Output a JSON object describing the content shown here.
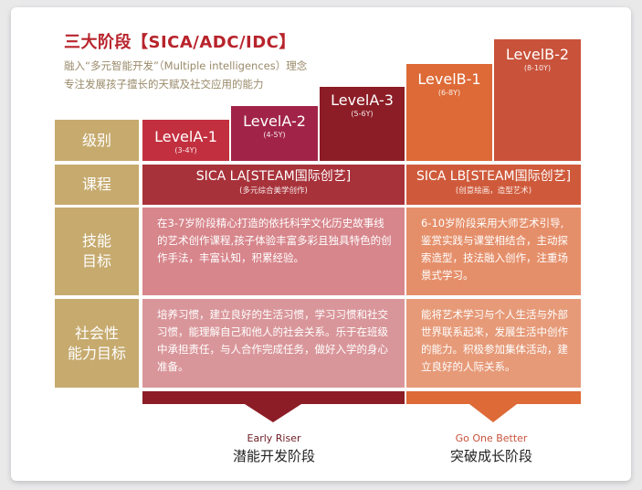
{
  "title": "三大阶段【SICA/ADC/IDC】",
  "subtitle_line1": "融入“多元智能开发”（Multiple intelligences）理念",
  "subtitle_line2": "专注发展孩子擅长的天赋及社交应用的能力",
  "levels": [
    {
      "name": "LevelA-1",
      "age": "(3-4Y)",
      "color": "#c2303f"
    },
    {
      "name": "LevelA-2",
      "age": "(4-5Y)",
      "color": "#a12448"
    },
    {
      "name": "LevelA-3",
      "age": "(5-6Y)",
      "color": "#8c1d26"
    },
    {
      "name": "LevelB-1",
      "age": "(6-8Y)",
      "color": "#dd6a37"
    },
    {
      "name": "LevelB-2",
      "age": "(8-10Y)",
      "color": "#c9523a"
    }
  ],
  "row_labels": {
    "level": "级别",
    "course": "课程",
    "skill_line1": "技能",
    "skill_line2": "目标",
    "social_line1": "社会性",
    "social_line2": "能力目标"
  },
  "courses": {
    "la_title": "SICA LA[STEAM国际创艺]",
    "la_sub": "(多元综合美学创作)",
    "lb_title": "SICA LB[STEAM国际创艺]",
    "lb_sub": "(创意绘画，造型艺术)"
  },
  "skills": {
    "la": "在3-7岁阶段精心打造的依托科学文化历史故事线的艺术创作课程,孩子体验丰富多彩且独具特色的创作手法，丰富认知，积累经验。",
    "lb": "6-10岁阶段采用大师艺术引导,鉴赏实践与课堂相结合，主动探索造型，技法融入创作，注重场景式学习。"
  },
  "social": {
    "la": "培养习惯，建立良好的生活习惯，学习习惯和社交习惯，能理解自己和他人的社会关系。乐于在班级中承担责任，与人合作完成任务，做好入学的身心准备。",
    "lb": "能将艺术学习与个人生活与外部世界联系起来，发展生活中创作的能力。积极参加集体活动，建立良好的人际关系。"
  },
  "stages": {
    "a_en": "Early Riser",
    "a_cn": "潜能开发阶段",
    "b_en": "Go One Better",
    "b_cn": "突破成长阶段"
  },
  "colors": {
    "title": "#b8242c",
    "gold": "#c6aa6e",
    "dark_red": "#8c1d26",
    "orange": "#dd6a37",
    "course_a": "#a8323a",
    "course_b": "#cf5a3b",
    "skill_a": "#d7868c",
    "skill_b": "#e58f6a",
    "social_a": "#d9969a",
    "social_b": "#e69a78"
  }
}
